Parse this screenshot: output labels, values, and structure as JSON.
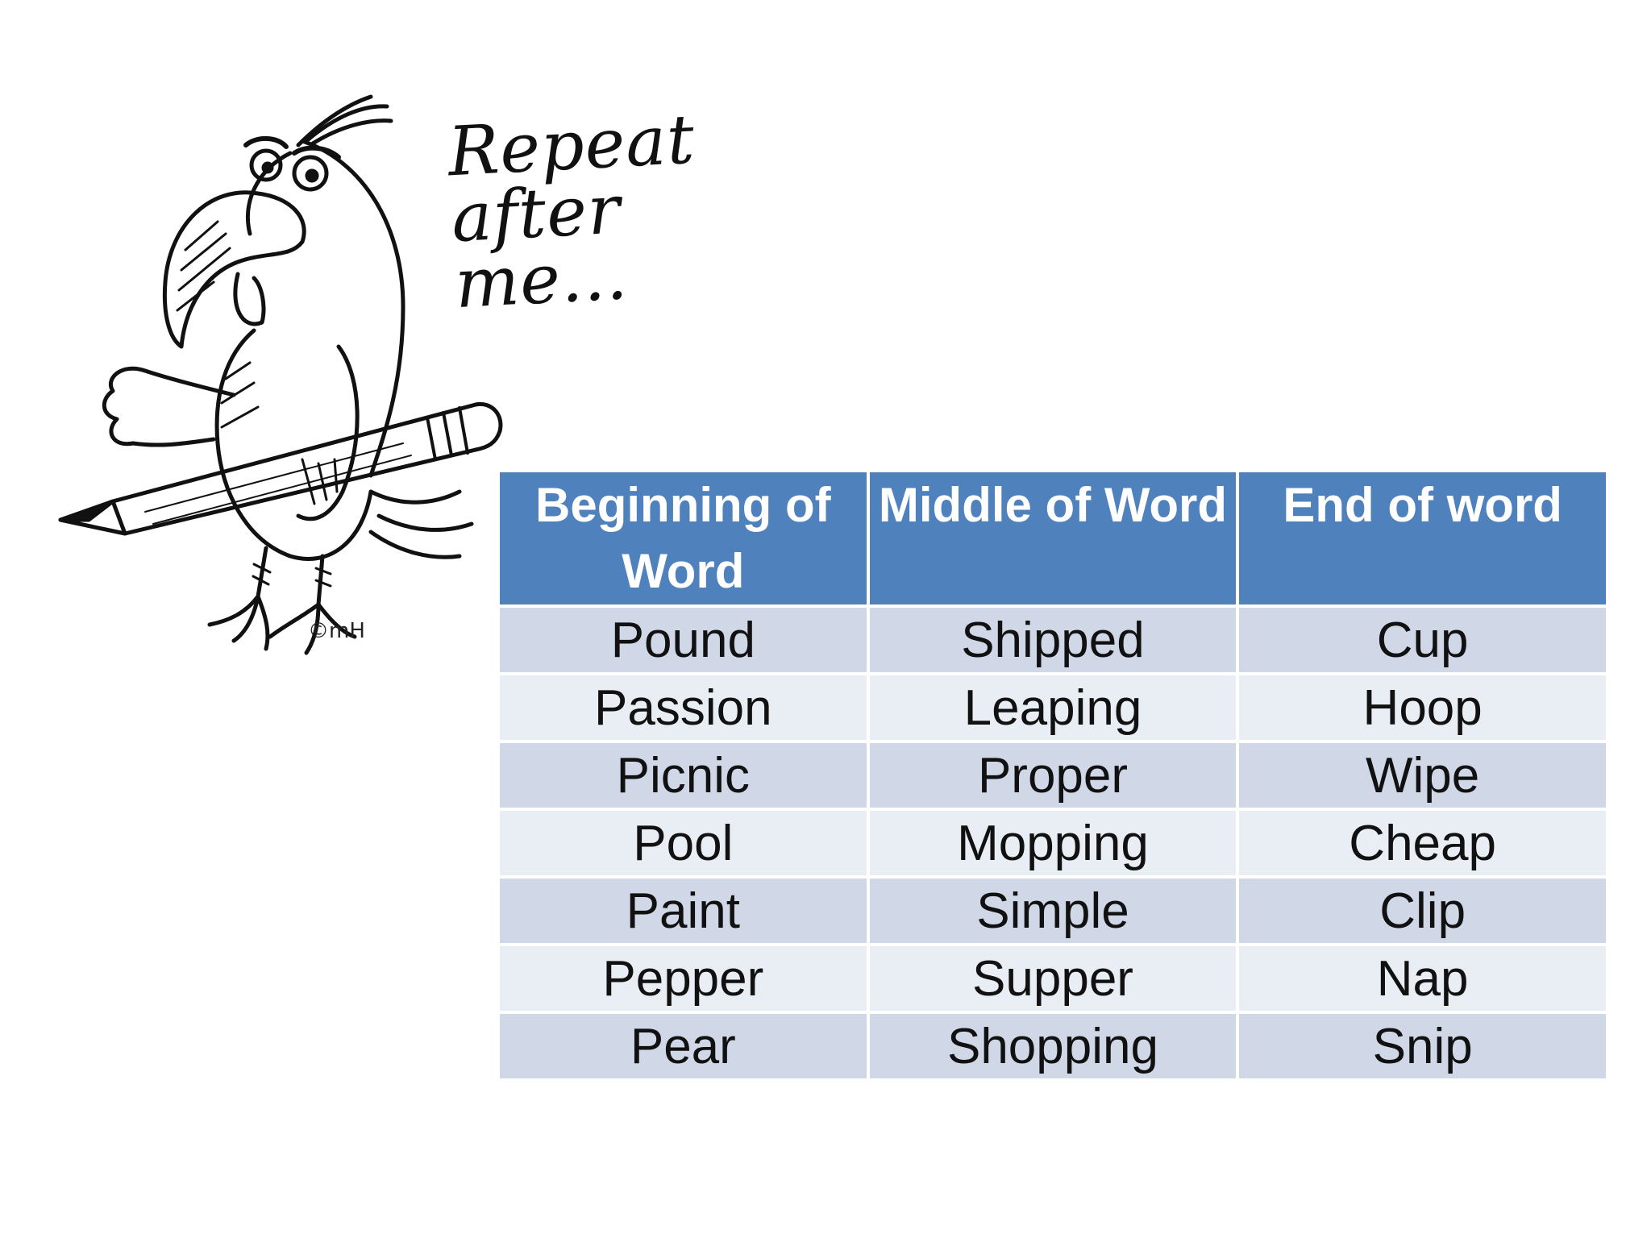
{
  "speech_bubble": {
    "line1": "Repeat",
    "line2": "after",
    "line3": "me..."
  },
  "illustration": {
    "name": "parrot-with-pencil",
    "signature": "©mH"
  },
  "table": {
    "headers": [
      "Beginning of Word",
      "Middle of Word",
      "End of word"
    ],
    "rows": [
      [
        "Pound",
        "Shipped",
        "Cup"
      ],
      [
        "Passion",
        "Leaping",
        "Hoop"
      ],
      [
        "Picnic",
        "Proper",
        "Wipe"
      ],
      [
        "Pool",
        "Mopping",
        "Cheap"
      ],
      [
        "Paint",
        "Simple",
        "Clip"
      ],
      [
        "Pepper",
        "Supper",
        "Nap"
      ],
      [
        "Pear",
        "Shopping",
        "Snip"
      ]
    ],
    "colors": {
      "header_bg": "#4f81bd",
      "row_odd_bg": "#d0d8e8",
      "row_even_bg": "#e9edf4"
    }
  }
}
